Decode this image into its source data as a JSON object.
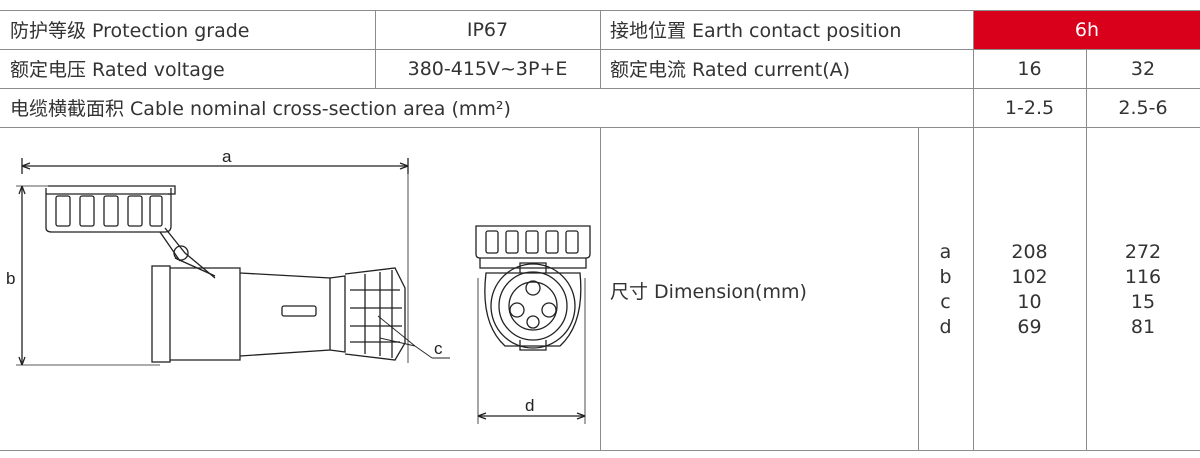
{
  "table": {
    "row1": {
      "protection_grade_label": "防护等级 Protection grade",
      "protection_grade_value": "IP67",
      "earth_contact_label": "接地位置 Earth contact position",
      "earth_contact_value": "6h"
    },
    "row2": {
      "rated_voltage_label": "额定电压 Rated voltage",
      "rated_voltage_value": "380-415V~3P+E",
      "rated_current_label": "额定电流 Rated current(A)",
      "current_16": "16",
      "current_32": "32"
    },
    "row3": {
      "cable_area_label": "电缆横截面积 Cable nominal cross-section area (mm²)",
      "cable_16": "1-2.5",
      "cable_32": "2.5-6"
    },
    "dimension": {
      "label": "尺寸 Dimension(mm)",
      "letters": [
        "a",
        "b",
        "c",
        "d"
      ],
      "values_16": [
        "208",
        "102",
        "10",
        "69"
      ],
      "values_32": [
        "272",
        "116",
        "15",
        "81"
      ]
    }
  },
  "drawing": {
    "label_a": "a",
    "label_b": "b",
    "label_c": "c",
    "label_d": "d"
  },
  "colors": {
    "accent": "#d9001b",
    "grid": "#8c8c8c",
    "text": "#333333"
  }
}
